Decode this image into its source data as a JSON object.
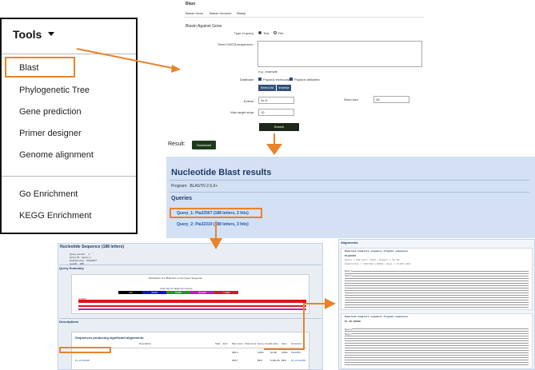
{
  "tools_menu": {
    "title": "Tools",
    "items": [
      "Blast",
      "Phylogenetic Tree",
      "Gene prediction",
      "Primer designer",
      "Genome alignment",
      "Go Enrichment",
      "KEGG Enrichment"
    ]
  },
  "blast_form": {
    "title": "Blast",
    "tabs": [
      "Blastn Gene",
      "Blastn Genome",
      "Blastp"
    ],
    "section": "Blastn Against Gene",
    "type_label": "Type of query:",
    "type_opt1": "Text",
    "type_opt2": "File",
    "fasta_label": "Enter FASTA sequences :",
    "example": "e.g., example",
    "db_label": "Database:",
    "db1": "Populus trichocarpa",
    "db2": "Populus deltoides",
    "select_all": "Select All",
    "inverse": "Inverse",
    "evalue_label": "Evalue:",
    "evalue": "1e-5",
    "wordsize_label": "Word size:",
    "wordsize": "28",
    "maxtarget_label": "Max target seqs:",
    "maxtarget": "10",
    "search": "Search"
  },
  "results": {
    "label": "Result:",
    "download": "Download",
    "title": "Nucleotide Blast results",
    "program_label": "Program:",
    "program": "BLASTN 2.6.0+",
    "queries_label": "Queries",
    "query1": "Query_1: Pla22567 (188 letters, 2 hits)",
    "query2": "Query_2: Pla32319 (188 letters, 3 hits)"
  },
  "nucleotide_panel": {
    "title": "Nucleotide Sequence (188 letters)",
    "meta": "Query number:    1\nQuery ID:   Query_1\nDefinition line:   Pla22567\nLength:   188",
    "summary_title": "Query Summary",
    "graph_title": "Distribution of 2 Blast Hits on the Query Sequence",
    "color_key": "Color key for alignment scores",
    "query_label": "QUERY",
    "score_bins": [
      "<40",
      "40-50",
      "50-80",
      "80-200",
      ">=200"
    ],
    "descriptions_title": "Descriptions",
    "sig_title": "Sequences producing significant alignments:",
    "col_headers": [
      "Description",
      "Start",
      "End",
      "Max score",
      "Total score",
      "Query cover",
      "E value",
      "Ident",
      "Accession"
    ],
    "rows": [
      {
        "desc": "Pla22567",
        "score": "348.4",
        "cover": "100%",
        "evalue": "5e-98",
        "ident": "100%",
        "acc": "Pla22567"
      },
      {
        "desc": "PL.10.G1008",
        "score": "185.7",
        "cover": "89%",
        "evalue": "5.48e-46",
        "ident": "89%",
        "acc": "PL.10.G1008"
      }
    ]
  },
  "alignment_panel": {
    "title": "Alignments",
    "tab_labels": [
      "Download",
      "Complete sequence",
      "Aligned sequences"
    ],
    "hit1": "Pla22567",
    "hit2": "PL.10.G1008",
    "score_line": "Score = 348 bits (188), Expect = 5e-98",
    "identity_line": "Identities = 188/188 (100%), Gaps = 0/188 (0%)",
    "labels": [
      "Query",
      "Sbjct"
    ]
  },
  "colors": {
    "accent_orange": "#e8832b",
    "dark_button": "#1d2718",
    "result_panel": "#d4e0f3",
    "link_blue": "#1c5aa0"
  }
}
